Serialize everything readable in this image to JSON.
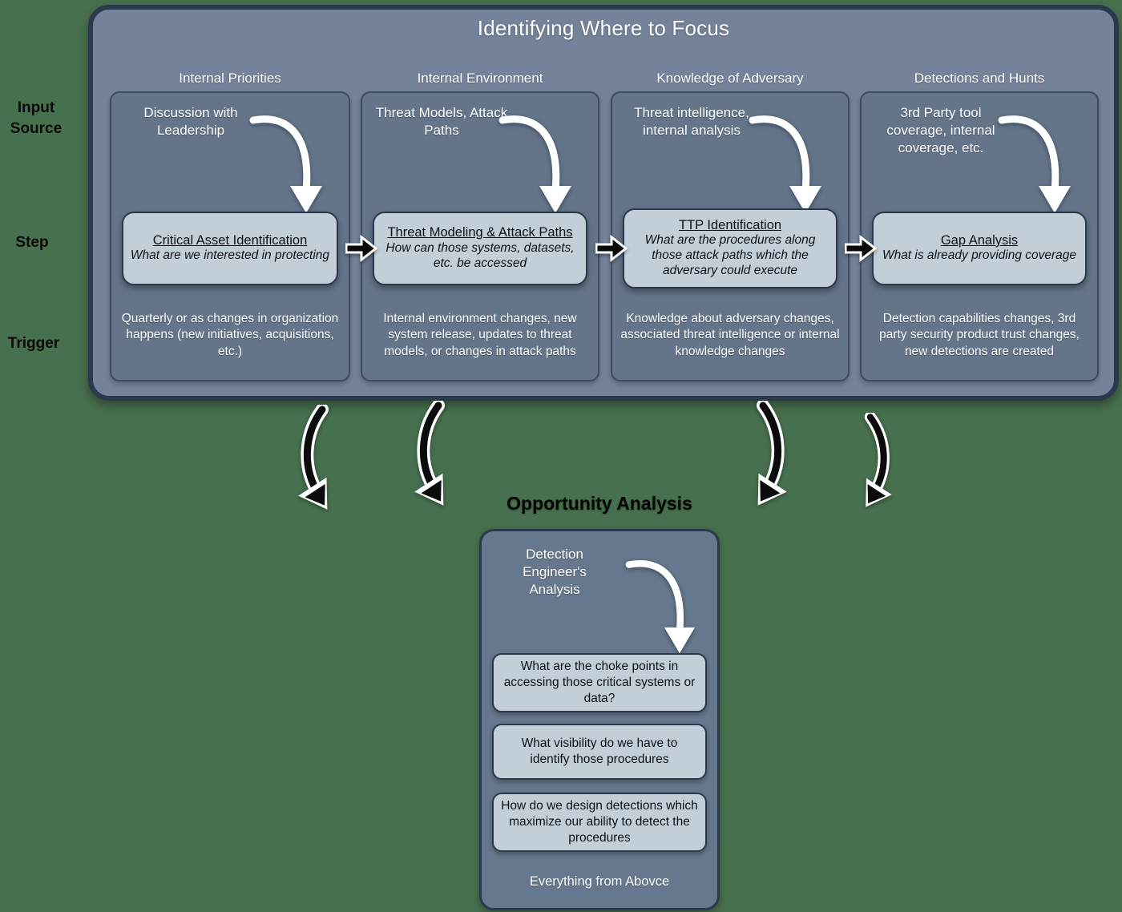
{
  "header": {
    "title": "Identifying Where to Focus"
  },
  "row_labels": {
    "input_source": "Input Source",
    "step": "Step",
    "trigger": "Trigger"
  },
  "columns": [
    {
      "header": "Internal Priorities",
      "input": "Discussion with Leadership",
      "step_title": "Critical Asset Identification",
      "step_sub": "What are we interested in protecting",
      "trigger": "Quarterly or as changes in organization happens (new initiatives, acquisitions, etc.)"
    },
    {
      "header": "Internal Environment",
      "input": "Threat Models, Attack Paths",
      "step_title": "Threat Modeling & Attack Paths",
      "step_sub": "How can those systems, datasets, etc. be accessed",
      "trigger": "Internal environment changes, new system release, updates to threat models, or changes in attack paths"
    },
    {
      "header": "Knowledge of Adversary",
      "input": "Threat intelligence, internal analysis",
      "step_title": "TTP Identification",
      "step_sub": "What are the procedures along those attack paths which the adversary could execute",
      "trigger": "Knowledge about adversary changes, associated threat intelligence or internal knowledge changes"
    },
    {
      "header": "Detections and Hunts",
      "input": "3rd Party tool coverage, internal coverage, etc.",
      "step_title": "Gap Analysis",
      "step_sub": "What is already providing coverage",
      "trigger": "Detection capabilities changes, 3rd party security product trust changes, new detections are created"
    }
  ],
  "opportunity": {
    "title": "Opportunity Analysis",
    "source": "Detection Engineer's Analysis",
    "questions": [
      "What are the choke points in accessing those critical systems or data?",
      "What visibility do we have to identify those procedures",
      "How do we design detections which maximize our ability to detect the procedures"
    ],
    "footer": "Everything from Abovce"
  },
  "icons": {
    "curved_arrow_white": "white swoosh arrow pointing down",
    "curved_arrow_black": "black outlined swoosh arrow",
    "straight_arrow": "black right arrow with white outline"
  },
  "colors": {
    "background": "#47704E",
    "panel": "#74839A",
    "card": "#64758A",
    "light_box": "#C2CFD9",
    "border": "#2A3A4C",
    "text_light": "#FFFFFF",
    "text_dark": "#0B1016",
    "arrow_black": "#0B0B0B",
    "arrow_white": "#FFFFFF"
  }
}
